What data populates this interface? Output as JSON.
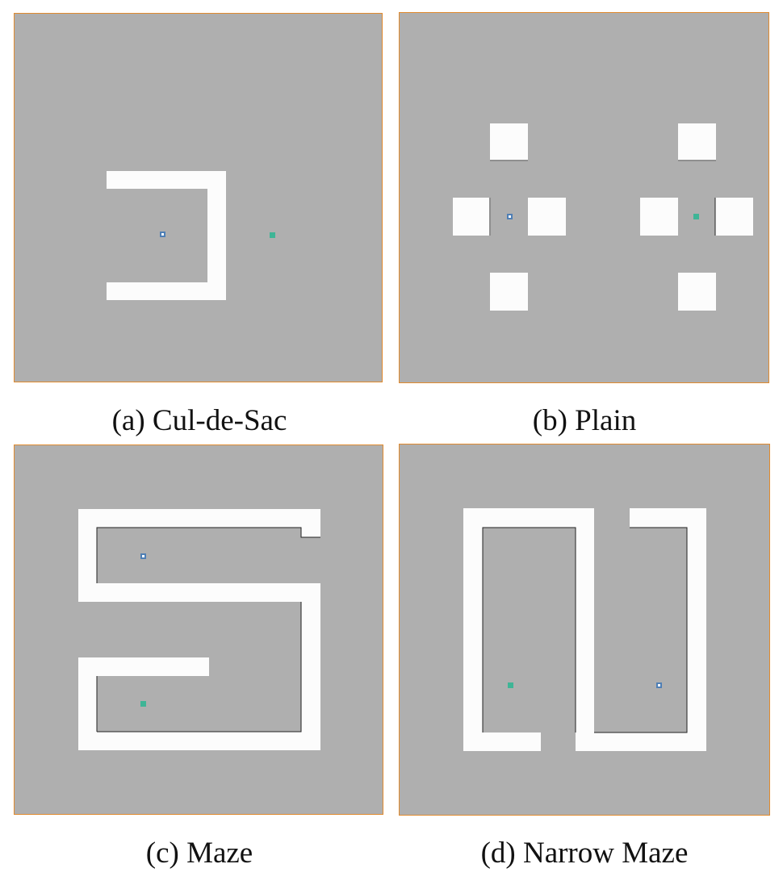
{
  "figure": {
    "panels": [
      {
        "id": "a",
        "caption": "(a) Cul-de-Sac"
      },
      {
        "id": "b",
        "caption": "(b) Plain"
      },
      {
        "id": "c",
        "caption": "(c) Maze"
      },
      {
        "id": "d",
        "caption": "(d) Narrow Maze"
      }
    ]
  },
  "colors": {
    "floor": "#afafaf",
    "wall": "#fcfcfc",
    "border": "#e08a2e",
    "goal": "#3fb596",
    "agent": "#4f7fb5"
  },
  "icons": {
    "agent": "agent-marker-icon",
    "goal": "goal-marker-icon"
  }
}
